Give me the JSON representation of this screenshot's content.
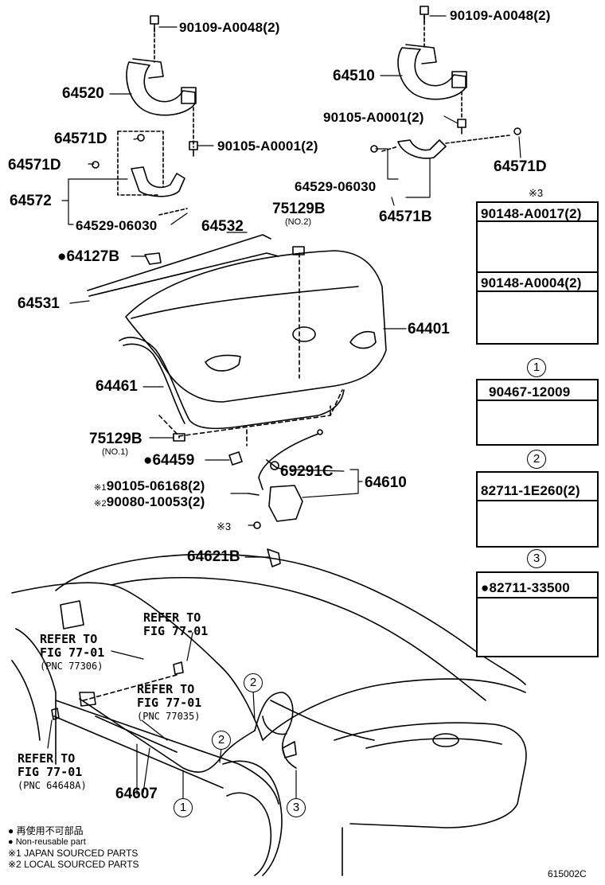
{
  "labels": {
    "p_90109_a": "90109-A0048(2)",
    "p_90109_b": "90109-A0048(2)",
    "p_64510": "64510",
    "p_64520": "64520",
    "p_90105_a": "90105-A0001(2)",
    "p_90105_b": "90105-A0001(2)",
    "p_64571d_a": "64571D",
    "p_64571d_b": "64571D",
    "p_64571d_c": "64571D",
    "p_64572": "64572",
    "p_64529_a": "64529-06030",
    "p_64529_b": "64529-06030",
    "p_64571b": "64571B",
    "p_64532": "64532",
    "p_75129b_top": "75129B",
    "p_no2": "(NO.2)",
    "p_64127b": "64127B",
    "p_64531": "64531",
    "p_64401": "64401",
    "p_64461": "64461",
    "p_75129b_bot": "75129B",
    "p_no1": "(NO.1)",
    "p_64459": "64459",
    "p_69291c": "69291C",
    "p_64610": "64610",
    "p_90105_06168": "90105-06168(2)",
    "p_90080": "90080-10053(2)",
    "p_x1": "※1",
    "p_x2": "※2",
    "p_x3_mark": "※3",
    "p_64621b": "64621B",
    "p_64607": "64607",
    "refer_1_a": "REFER TO",
    "refer_1_b": "FIG 77-01",
    "refer_2_a": "REFER TO",
    "refer_2_b": "FIG 77-01",
    "refer_2_c": "(PNC 77306)",
    "refer_3_a": "REFER TO",
    "refer_3_b": "FIG 77-01",
    "refer_3_c": "(PNC 77035)",
    "refer_4_a": "REFER TO",
    "refer_4_b": "FIG 77-01",
    "refer_4_c": "(PNC 64648A)",
    "dot": "●",
    "circle_1": "1",
    "circle_2": "2",
    "circle_3": "3"
  },
  "side": {
    "x3_header": "※3",
    "box1_part1": "90148-A0017(2)",
    "box1_part2": "90148-A0004(2)",
    "box2_part": "90467-12009",
    "box3_part": "82711-1E260(2)",
    "box4_part": "82711-33500",
    "c1": "1",
    "c2": "2",
    "c3": "3"
  },
  "legend": {
    "line1": "● 再使用不可部品",
    "line2": "● Non-reusable part",
    "line3": "※1 JAPAN SOURCED PARTS",
    "line4": "※2 LOCAL SOURCED PARTS"
  },
  "figure_code": "615002C"
}
